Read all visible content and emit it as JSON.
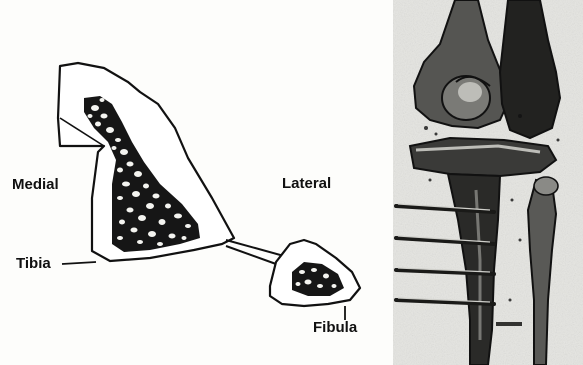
{
  "labels": {
    "medial": "Medial",
    "lateral": "Lateral",
    "tibia": "Tibia",
    "fibula": "Fibula"
  },
  "colors": {
    "ink": "#111111",
    "paper": "#fdfdfb",
    "shade": "#9a9a96"
  }
}
